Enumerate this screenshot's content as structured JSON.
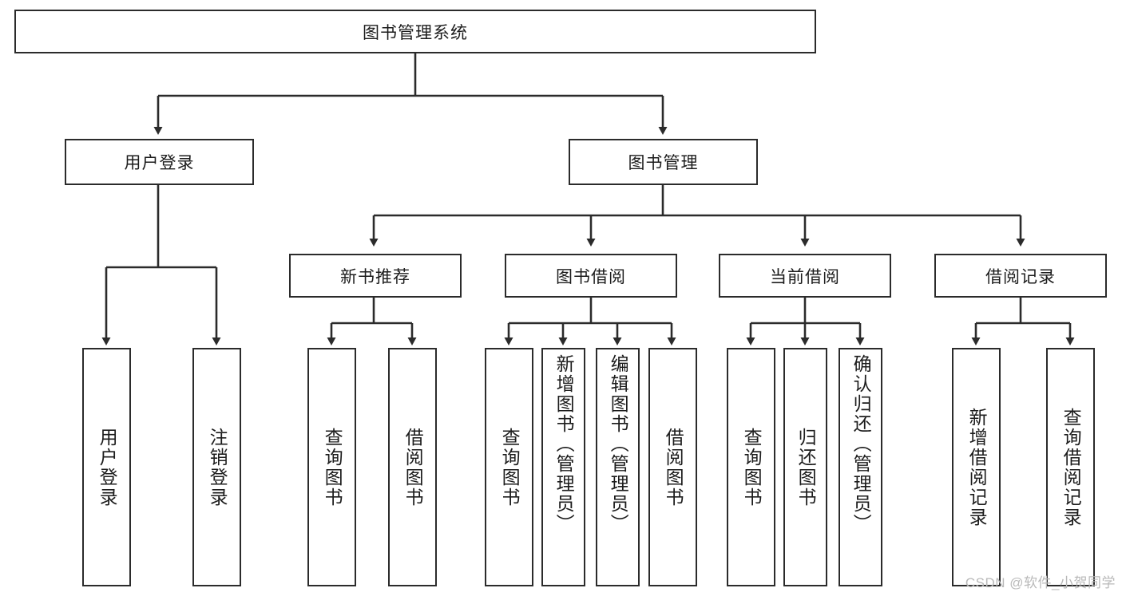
{
  "diagram": {
    "type": "tree",
    "title": "图书管理系统",
    "root": {
      "id": "root",
      "label": "图书管理系统",
      "orientation": "horizontal"
    },
    "level2": [
      {
        "id": "user-login",
        "label": "用户登录",
        "orientation": "horizontal"
      },
      {
        "id": "book-management",
        "label": "图书管理",
        "orientation": "horizontal"
      }
    ],
    "level3": [
      {
        "id": "new-book-recommend",
        "label": "新书推荐",
        "orientation": "horizontal",
        "parent": "book-management"
      },
      {
        "id": "book-borrow",
        "label": "图书借阅",
        "orientation": "horizontal",
        "parent": "book-management"
      },
      {
        "id": "current-borrow",
        "label": "当前借阅",
        "orientation": "horizontal",
        "parent": "book-management"
      },
      {
        "id": "borrow-record",
        "label": "借阅记录",
        "orientation": "horizontal",
        "parent": "book-management"
      }
    ],
    "leaves": [
      {
        "id": "leaf-user-login",
        "label": "用户登录",
        "parent": "user-login",
        "orientation": "vertical"
      },
      {
        "id": "leaf-user-logout",
        "label": "注销登录",
        "parent": "user-login",
        "orientation": "vertical"
      },
      {
        "id": "leaf-query-book-1",
        "label": "查询图书",
        "parent": "new-book-recommend",
        "orientation": "vertical"
      },
      {
        "id": "leaf-borrow-book-1",
        "label": "借阅图书",
        "parent": "new-book-recommend",
        "orientation": "vertical"
      },
      {
        "id": "leaf-query-book-2",
        "label": "查询图书",
        "parent": "book-borrow",
        "orientation": "vertical"
      },
      {
        "id": "leaf-add-book",
        "label": "新增图书（管理员）",
        "parent": "book-borrow",
        "orientation": "vertical"
      },
      {
        "id": "leaf-edit-book",
        "label": "编辑图书（管理员）",
        "parent": "book-borrow",
        "orientation": "vertical"
      },
      {
        "id": "leaf-borrow-book-2",
        "label": "借阅图书",
        "parent": "book-borrow",
        "orientation": "vertical"
      },
      {
        "id": "leaf-query-book-3",
        "label": "查询图书",
        "parent": "current-borrow",
        "orientation": "vertical"
      },
      {
        "id": "leaf-return-book",
        "label": "归还图书",
        "parent": "current-borrow",
        "orientation": "vertical"
      },
      {
        "id": "leaf-confirm-return",
        "label": "确认归还（管理员）",
        "parent": "current-borrow",
        "orientation": "vertical"
      },
      {
        "id": "leaf-add-record",
        "label": "新增借阅记录",
        "parent": "borrow-record",
        "orientation": "vertical"
      },
      {
        "id": "leaf-query-record",
        "label": "查询借阅记录",
        "parent": "borrow-record",
        "orientation": "vertical"
      }
    ],
    "colors": {
      "border": "#2b2b2b",
      "background": "#ffffff",
      "text": "#1c1c1c",
      "watermark": "#b9b9b9"
    }
  },
  "watermark": {
    "text": "CSDN @软件_小贺同学"
  }
}
